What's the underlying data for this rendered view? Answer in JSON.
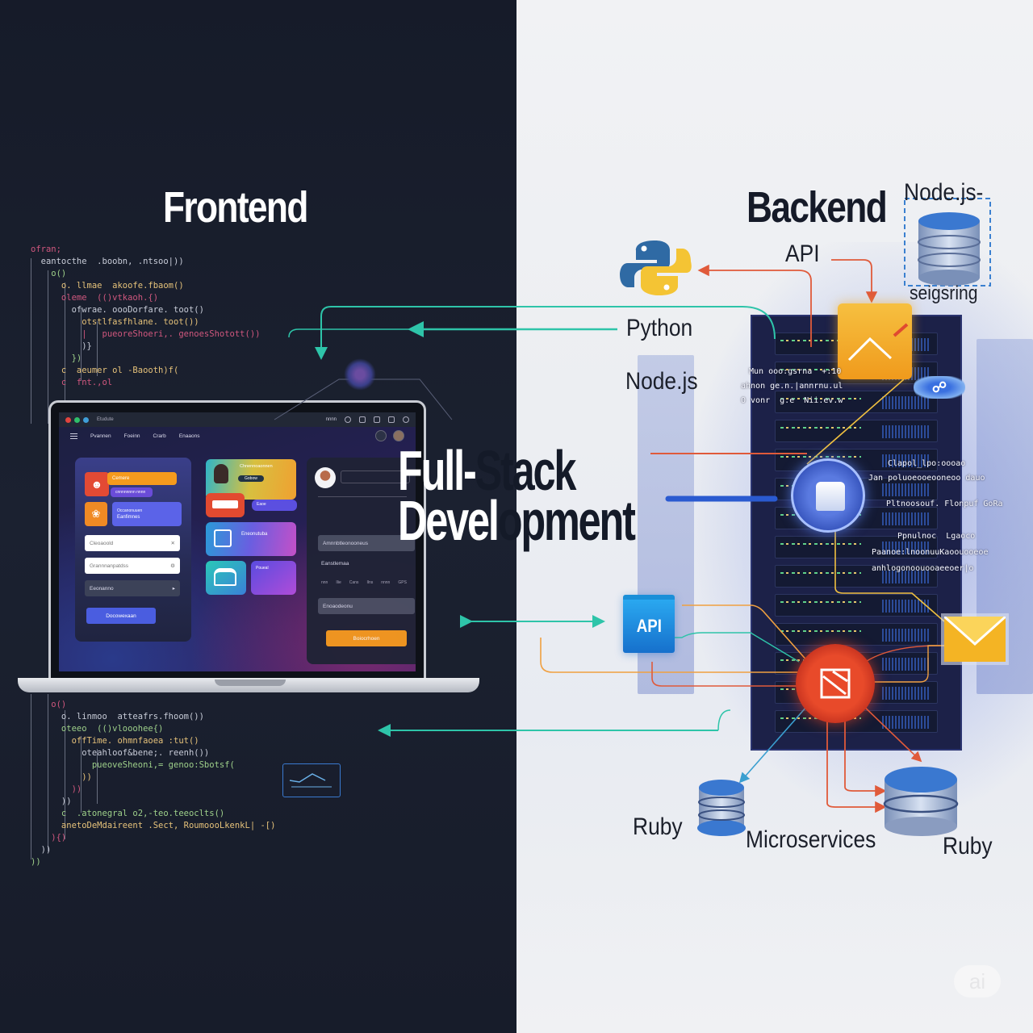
{
  "main_title": {
    "line1_left": "Full-",
    "line1_right": "Stack",
    "line2_left": "Devel",
    "line2_right": "opment"
  },
  "sections": {
    "frontend": "Frontend",
    "backend": "Backend"
  },
  "backend_labels": {
    "nodejs_top": "Node.js-",
    "seigsring": "seigsring",
    "api_top": "API",
    "python": "Python",
    "nodejs": "Node.js",
    "api_box": "API",
    "ruby_left": "Ruby",
    "microservices": "Microservices",
    "ruby_right": "Ruby"
  },
  "code_top": [
    "ofran;",
    "  eantocthe  .boobn, .ntsoo|))",
    "    o()",
    "      o. llmae  akoofe.fbaom()",
    "      oleme  (()vtkaoh.{)",
    "        ofwrae. oooDorfare. toot()",
    "",
    "          otstlfasfhlane. toot())",
    "          |   pueoreShoeri,. genoesShotott())",
    "          )}",
    "        })",
    "      c  aeumer ol -Baooth)f(",
    "      c  fnt.,ol"
  ],
  "code_bottom": [
    "    o()",
    "      o. linmoo  atteafrs.fhoom())",
    "      oteeo  (()vlooohee{)",
    "        offTime. ohmnfaoea :tut()",
    "",
    "          oteahloof&bene;. reenh())",
    "            pueoveSheoni,= genoo:Sbotsf(",
    "          ))",
    "        ))",
    "      ))",
    "      c  .atonegral o2,-teo.teeoclts()",
    "      anetoDeMdaireent .Sect, RoumoooLkenkL| -[)",
    "    ){)",
    "  ))",
    "))"
  ],
  "laptop_ui": {
    "window_title": "Etudute",
    "titlebar_right": "nnnn",
    "nav": [
      "Pvannen",
      "Foeinn",
      "Crarb",
      "Enaaons"
    ],
    "left_panel": {
      "chip1": "Cemere",
      "chip2": "cnnnnnnnn  nnnn",
      "card_title": "Occanonuuen",
      "card_sub": "Eanfimnes",
      "input1": "Cleoaoold",
      "input2": "Grannnanpatdss",
      "select": "Eeonanno",
      "button": "Docowexaan"
    },
    "center_tiles": {
      "profile_title": "Chnennoaonnen",
      "profile_chip": "Gobow",
      "small_chip": "Eaoe",
      "chart_tile": "Eneonutuba",
      "purple_tile": "Poueal"
    },
    "right_panel": {
      "field1": "Amnnbtleonooneus",
      "label": "Eanstlemaa",
      "tabs": [
        "nnn",
        "Ilie",
        "Cans",
        "Ilns",
        "nnnn",
        "GPS"
      ],
      "field2": "Enoaodeonu",
      "button": "Boiocrhoen"
    }
  },
  "rack_overlay_text": [
    "Mun ooo:gsrna  +:10",
    "ahnon ge.n.|annrnu.ul",
    "O vonr  g.e  Nii.ev.w",
    "Clapol_lpo:oooao",
    "Jan poluoeooeooneoo dauo",
    "Pltnoosouf. Flonpuf GoRa",
    "Ppnulnoc  Lgaoco",
    "Paanoe:lnoonuuKaoouooeoe",
    "anhlogonoouooaeeoer|o"
  ],
  "colors": {
    "left_bg": "#171c2a",
    "right_bg": "#eef0f3",
    "teal_arrow": "#2ec4a9",
    "red_arrow": "#e05a3a",
    "orange_line": "#f0a040",
    "rack": "#1c2148",
    "api_box": "#1e8fe0",
    "microservice_hub": "#e04428",
    "laptop_button_blue": "#4a5de0",
    "laptop_button_orange": "#f59a1d"
  },
  "icons": [
    "python-logo-icon",
    "database-icon",
    "chart-folder-icon",
    "cloud-chip-icon",
    "api-hub-icon",
    "microservice-hub-icon",
    "mail-icon",
    "location-pin-icon",
    "chart-card-icon"
  ],
  "watermark": "ai"
}
